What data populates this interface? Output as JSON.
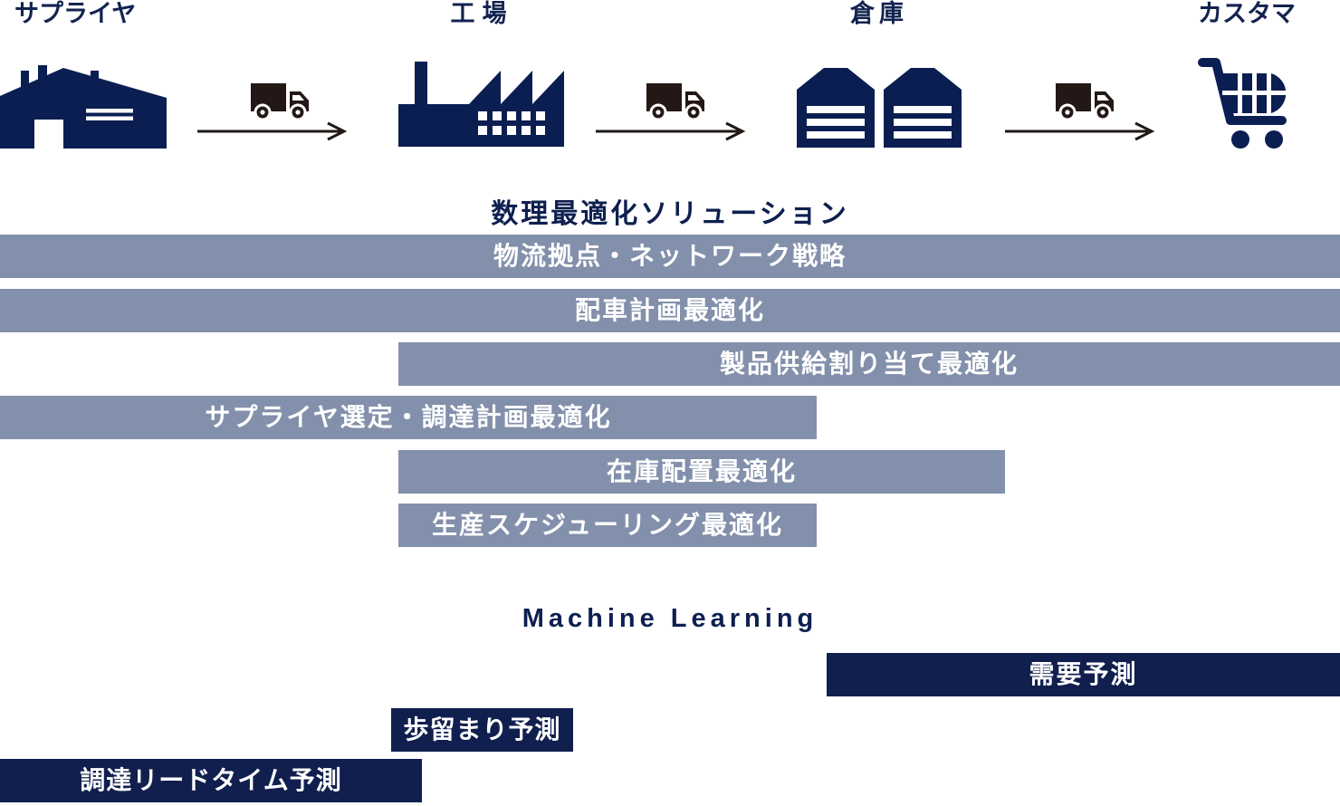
{
  "palette": {
    "icon_navy": "#0a1e52",
    "bar_navy": "#101f4e",
    "bar_gray_blue": "#8390ab",
    "text_navy": "#13234f",
    "truck_black": "#231815",
    "bar_text_white": "#ffffff"
  },
  "supply_chain": {
    "nodes": [
      {
        "label": "サプライヤ",
        "icon": "supplier-warehouse-icon"
      },
      {
        "label": "工場",
        "icon": "factory-icon"
      },
      {
        "label": "倉庫",
        "icon": "warehouse-icon"
      },
      {
        "label": "カスタマ",
        "icon": "shopping-cart-icon"
      }
    ],
    "connector_icons": [
      "truck-icon",
      "flow-arrow-icon"
    ]
  },
  "optimization": {
    "title": "数理最適化ソリューション",
    "bars": [
      {
        "label": "物流拠点・ネットワーク戦略"
      },
      {
        "label": "配車計画最適化"
      },
      {
        "label": "製品供給割り当て最適化"
      },
      {
        "label": "サプライヤ選定・調達計画最適化"
      },
      {
        "label": "在庫配置最適化"
      },
      {
        "label": "生産スケジューリング最適化"
      }
    ]
  },
  "machine_learning": {
    "title": "Machine Learning",
    "bars": [
      {
        "label": "需要予測"
      },
      {
        "label": "歩留まり予測"
      },
      {
        "label": "調達リードタイム予測"
      }
    ]
  }
}
